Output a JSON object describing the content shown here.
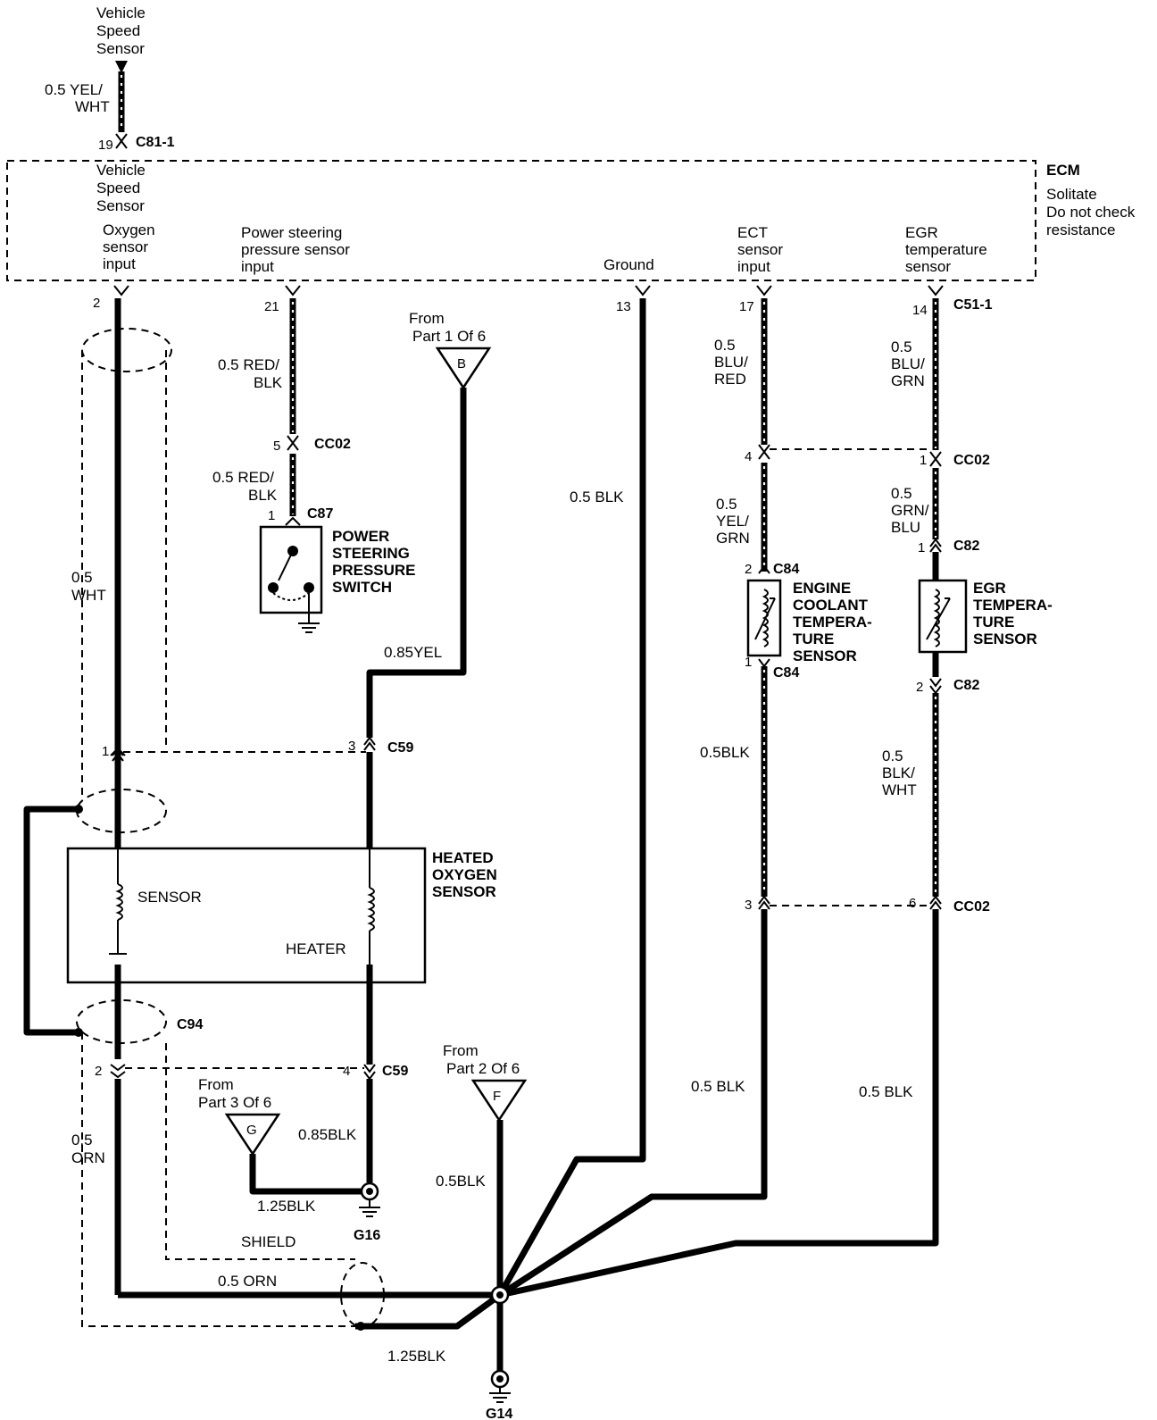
{
  "ecm": {
    "title": "ECM",
    "note1": "Solitate",
    "note2": "Do not check",
    "note3": "resistance",
    "inputs": {
      "vss1": "Vehicle",
      "vss2": "Speed",
      "vss3": "Sensor",
      "o2_1": "Oxygen",
      "o2_2": "sensor",
      "o2_3": "input",
      "ps1": "Power steering",
      "ps2": "pressure sensor",
      "ps3": "input",
      "gnd": "Ground",
      "ect1": "ECT",
      "ect2": "sensor",
      "ect3": "input",
      "egr1": "EGR",
      "egr2": "temperature",
      "egr3": "sensor"
    }
  },
  "top_source": {
    "l1": "Vehicle",
    "l2": "Speed",
    "l3": "Sensor"
  },
  "connectors": {
    "c81_1": "C81-1",
    "c51_1": "C51-1",
    "cc02": "CC02",
    "c87": "C87",
    "c84": "C84",
    "c82": "C82",
    "c59": "C59",
    "c94": "C94"
  },
  "pins": {
    "p19": "19",
    "p2": "2",
    "p21": "21",
    "p13": "13",
    "p17": "17",
    "p14": "14",
    "p5": "5",
    "p1": "1",
    "p4": "4",
    "p3": "3",
    "p6": "6"
  },
  "wires": {
    "vss_a": "0.5 YEL/",
    "vss_b": "WHT",
    "ps_a": "0.5 RED/",
    "ps_b": "BLK",
    "blk": "0.5 BLK",
    "ect_a": "0.5",
    "ect_b": "BLU/",
    "ect_c": "RED",
    "egr_a": "0.5",
    "egr_b": "BLU/",
    "egr_c": "GRN",
    "ect2_a": "0.5",
    "ect2_b": "YEL/",
    "ect2_c": "GRN",
    "egr2_a": "0.5",
    "egr2_b": "GRN/",
    "egr2_c": "BLU",
    "wht_a": "0.5",
    "wht_b": "WHT",
    "yel085": "0.85YEL",
    "blk05": "0.5BLK",
    "egr3_a": "0.5",
    "egr3_b": "BLK/",
    "egr3_c": "WHT",
    "orn_a": "0.5",
    "orn_b": "ORN",
    "blk085": "0.85BLK",
    "blk125": "1.25BLK",
    "shield": "SHIELD",
    "orn05": "0.5 ORN"
  },
  "refs": {
    "b_from": "From",
    "b_part": "Part 1 Of 6",
    "b": "B",
    "g_from": "From",
    "g_part": "Part 3 Of 6",
    "g": "G",
    "f_from": "From",
    "f_part": "Part 2 Of 6",
    "f": "F"
  },
  "components": {
    "pss1": "POWER",
    "pss2": "STEERING",
    "pss3": "PRESSURE",
    "pss4": "SWITCH",
    "ect1": "ENGINE",
    "ect2": "COOLANT",
    "ect3": "TEMPERA-",
    "ect4": "TURE",
    "ect5": "SENSOR",
    "egr1": "EGR",
    "egr2": "TEMPERA-",
    "egr3": "TURE",
    "egr4": "SENSOR",
    "ho2s1": "HEATED",
    "ho2s2": "OXYGEN",
    "ho2s3": "SENSOR",
    "sensor": "SENSOR",
    "heater": "HEATER"
  },
  "grounds": {
    "g16": "G16",
    "g14": "G14"
  }
}
